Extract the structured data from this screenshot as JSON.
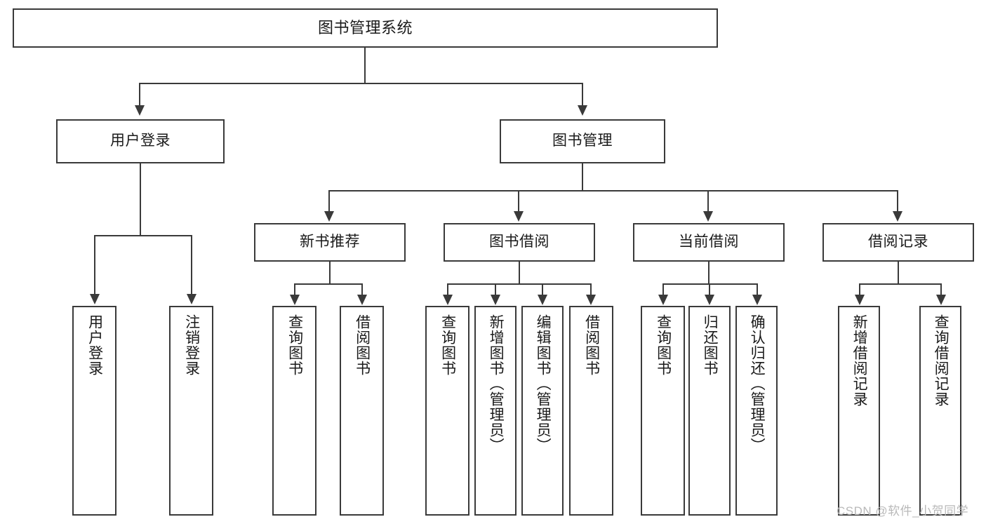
{
  "diagram": {
    "type": "tree-hierarchy-chart",
    "title": "图书管理系统",
    "background_color": "#ffffff",
    "line_color": "#3a3a3a",
    "text_color": "#1a1a1a"
  },
  "nodes": {
    "root": {
      "label": "图书管理系统"
    },
    "level2": [
      {
        "id": "user-login",
        "label": "用户登录"
      },
      {
        "id": "book-management",
        "label": "图书管理"
      }
    ],
    "level3": [
      {
        "id": "new-book-recommend",
        "label": "新书推荐"
      },
      {
        "id": "book-borrow",
        "label": "图书借阅"
      },
      {
        "id": "current-borrow",
        "label": "当前借阅"
      },
      {
        "id": "borrow-record",
        "label": "借阅记录"
      }
    ],
    "leaves": {
      "user_login": [
        {
          "id": "leaf-user-login",
          "label": "用户登录"
        },
        {
          "id": "leaf-logout-login",
          "label": "注销登录"
        }
      ],
      "new_book_recommend": [
        {
          "id": "leaf-query-book-1",
          "label": "查询图书"
        },
        {
          "id": "leaf-borrow-book-1",
          "label": "借阅图书"
        }
      ],
      "book_borrow": [
        {
          "id": "leaf-query-book-2",
          "label": "查询图书"
        },
        {
          "id": "leaf-add-book",
          "label": "新增图书（管理员）"
        },
        {
          "id": "leaf-edit-book",
          "label": "编辑图书（管理员）"
        },
        {
          "id": "leaf-borrow-book-2",
          "label": "借阅图书"
        }
      ],
      "current_borrow": [
        {
          "id": "leaf-query-book-3",
          "label": "查询图书"
        },
        {
          "id": "leaf-return-book",
          "label": "归还图书"
        },
        {
          "id": "leaf-confirm-return",
          "label": "确认归还（管理员）"
        }
      ],
      "borrow_record": [
        {
          "id": "leaf-add-record",
          "label": "新增借阅记录"
        },
        {
          "id": "leaf-query-record",
          "label": "查询借阅记录"
        }
      ]
    }
  },
  "watermark": {
    "text": "CSDN @软件_小贺同学"
  }
}
